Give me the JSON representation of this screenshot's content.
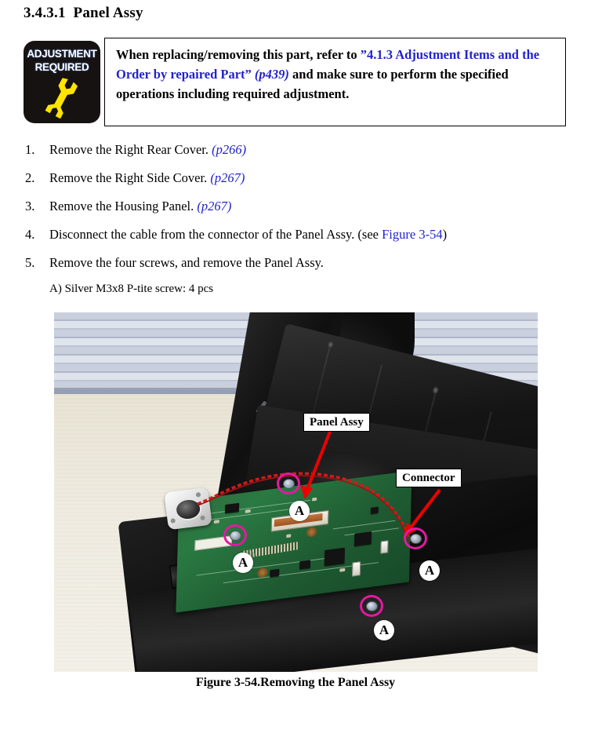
{
  "page_title": "3.4.3.1  Panel Assy",
  "warning": {
    "badge": {
      "icon": "wrench-icon",
      "line1": "ADJUSTMENT",
      "line2": "REQUIRED"
    },
    "text_part1": "When replacing/removing this part, refer to  ",
    "link_quote_open": "”4.1.3  Adjustment",
    "link_line2": "Items and the Order by repaired Part”",
    "link_page": " (p439)",
    "text_part2": " and make sure to",
    "text_part3": "perform the specified operations including required adjustment."
  },
  "steps": [
    {
      "num": "1.",
      "text": "Remove the Right Rear Cover. ",
      "ref": "(p266)",
      "ref_style": "italic-blue"
    },
    {
      "num": "2.",
      "text": "Remove the Right Side Cover. ",
      "ref": "(p267)",
      "ref_style": "italic-blue"
    },
    {
      "num": "3.",
      "text": "Remove the Housing Panel. ",
      "ref": "(p267)",
      "ref_style": "italic-blue"
    },
    {
      "num": "4.",
      "text": "Disconnect the cable from the connector of the Panel Assy. (see ",
      "ref": "Figure 3-54",
      "ref_style": "blue",
      "tail": ")"
    },
    {
      "num": "5.",
      "text": "Remove the four screws, and remove the Panel Assy.",
      "ref": "",
      "ref_style": ""
    }
  ],
  "step_sub_label": "A) Silver M3x8 P-tite screw: 4 pcs",
  "figure": {
    "caption": "Figure 3-54.Removing the Panel Assy",
    "callouts": [
      {
        "label": "Panel Assy",
        "name": "callout-panel-assy"
      },
      {
        "label": "Connector",
        "name": "callout-connector"
      }
    ],
    "screw_markers": [
      {
        "label": "A"
      },
      {
        "label": "A"
      },
      {
        "label": "A"
      },
      {
        "label": "A"
      }
    ]
  },
  "colors": {
    "link_blue": "#2222cc",
    "arrow_red": "#ee0000",
    "circle_magenta": "#e3199e",
    "badge_black": "#161212",
    "wrench_yellow": "#ffe400",
    "pcb_green": "#226b3a",
    "cable_red": "#d01a1a"
  }
}
